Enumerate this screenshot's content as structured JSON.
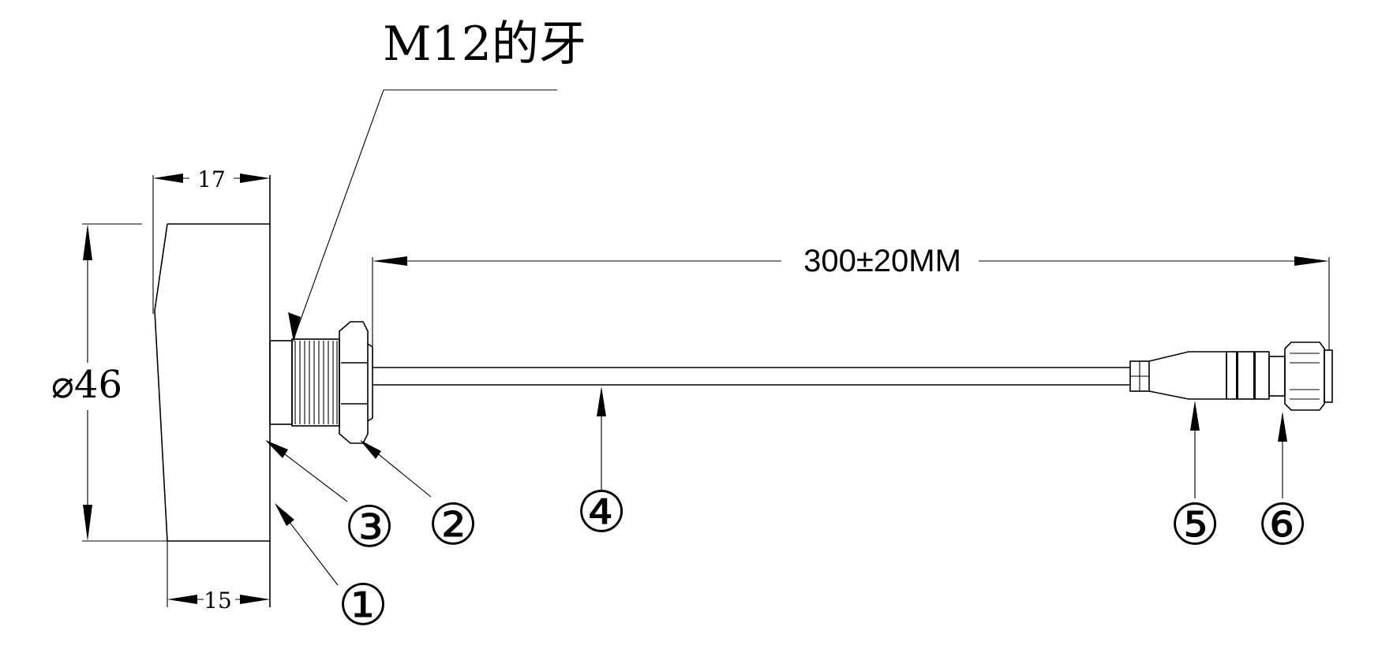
{
  "thread_note": "M12的牙",
  "dimensions": {
    "cable_length": "300±20MM",
    "diameter": "⌀46",
    "top_width": "17",
    "bottom_width": "15"
  },
  "callouts": [
    "①",
    "②",
    "③",
    "④",
    "⑤",
    "⑥"
  ]
}
